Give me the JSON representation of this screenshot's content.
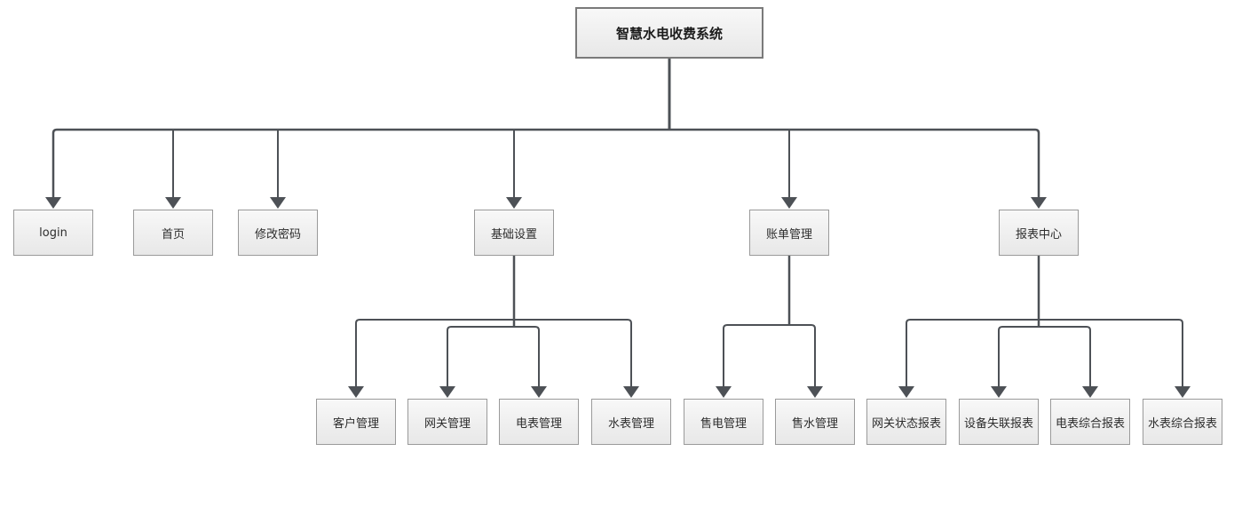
{
  "diagram_title": "智慧水电收费系统",
  "nodes": {
    "root": "智慧水电收费系统",
    "login": "login",
    "home": "首页",
    "change_password": "修改密码",
    "basic_settings": "基础设置",
    "billing_management": "账单管理",
    "report_center": "报表中心",
    "customer_management": "客户管理",
    "gateway_management": "网关管理",
    "electric_meter_management": "电表管理",
    "water_meter_management": "水表管理",
    "electricity_sale_management": "售电管理",
    "water_sale_management": "售水管理",
    "gateway_status_report": "网关状态报表",
    "device_offline_report": "设备失联报表",
    "electric_meter_summary_report": "电表综合报表",
    "water_meter_summary_report": "水表综合报表"
  },
  "hierarchy": [
    {
      "parent": "智慧水电收费系统",
      "children": [
        "login",
        "首页",
        "修改密码",
        "基础设置",
        "账单管理",
        "报表中心"
      ]
    },
    {
      "parent": "基础设置",
      "children": [
        "客户管理",
        "网关管理",
        "电表管理",
        "水表管理"
      ]
    },
    {
      "parent": "账单管理",
      "children": [
        "售电管理",
        "售水管理"
      ]
    },
    {
      "parent": "报表中心",
      "children": [
        "网关状态报表",
        "设备失联报表",
        "电表综合报表",
        "水表综合报表"
      ]
    }
  ],
  "colors": {
    "connector": "#4d5156",
    "node_border": "#9a9a9a",
    "root_border": "#7a7a7a",
    "node_fill": "#efefef",
    "text": "#2d2d2d"
  }
}
